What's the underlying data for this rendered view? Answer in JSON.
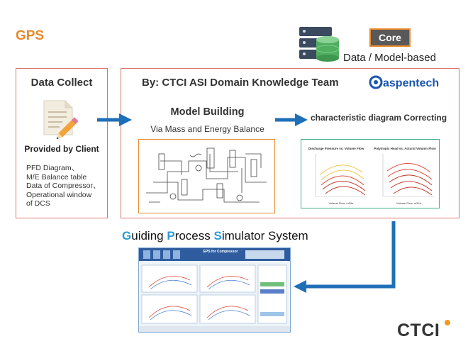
{
  "header": {
    "title": "GPS",
    "core_label": "Core",
    "data_model_label": "Data / Model-based"
  },
  "left_panel": {
    "heading": "Data Collect",
    "provided_by": "Provided by Client",
    "items": [
      "PFD Diagram、",
      "M/E Balance table",
      "Data of Compressor、",
      "Operational window",
      "of DCS"
    ]
  },
  "right_panel": {
    "heading": "By: CTCI ASI  Domain Knowledge Team",
    "partner_logo_text": "aspentech",
    "model_building": "Model Building",
    "model_building_sub": "Via Mass and Energy Balance",
    "correcting": "characteristic diagram Correcting",
    "chart_left_title": "Discharge Pressure vs. Volume Flow",
    "chart_right_title": "Polytropic Head vs. Actural Volumn Flow",
    "chart_xlabel": "Volume Flow, m3/hr"
  },
  "bottom": {
    "system_parts": [
      {
        "initial": "G",
        "rest": "uiding "
      },
      {
        "initial": "P",
        "rest": "rocess "
      },
      {
        "initial": "S",
        "rest": "imulator System"
      }
    ],
    "screen_title": "GPS for Compressor"
  },
  "brand": {
    "logo_text": "CTCI"
  },
  "colors": {
    "accent_orange": "#e8892c",
    "arrow_blue": "#1f6fb8",
    "panel_border": "#d9746b",
    "chart_border": "#3fae8a",
    "gps_highlight": "#2e9bd6"
  }
}
